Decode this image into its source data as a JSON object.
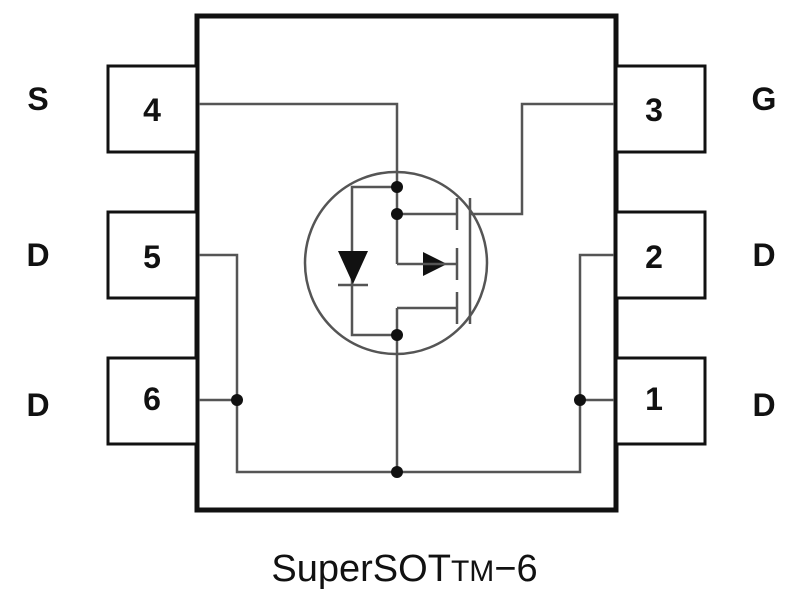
{
  "pins": {
    "left": [
      {
        "signal": "S",
        "number": "4"
      },
      {
        "signal": "D",
        "number": "5"
      },
      {
        "signal": "D",
        "number": "6"
      }
    ],
    "right": [
      {
        "signal": "G",
        "number": "3"
      },
      {
        "signal": "D",
        "number": "2"
      },
      {
        "signal": "D",
        "number": "1"
      }
    ]
  },
  "caption": {
    "prefix": "SuperSOT",
    "tm": "TM",
    "suffix": "−6"
  },
  "colors": {
    "outline": "#111111",
    "wire": "#555555"
  }
}
